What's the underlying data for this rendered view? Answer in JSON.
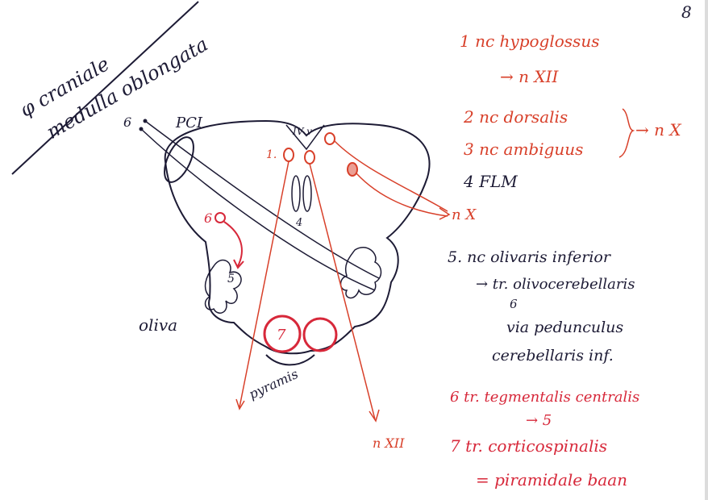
{
  "page_number": "8",
  "title": {
    "line1": "φ craniale",
    "line2": "medulla oblongata"
  },
  "diagram_labels": {
    "six": "6",
    "pci": "PCI",
    "fourth_ventricle": "IV v",
    "one": "1.",
    "four": "4",
    "six_circle": "6",
    "five": "5",
    "seven": "7",
    "oliva": "oliva",
    "pyramis": "pyramis",
    "n_xii": "n XII",
    "n_x": "n X"
  },
  "legend": {
    "item1": "1 nc hypoglossus",
    "item1_arrow": "→ n XII",
    "item2": "2 nc dorsalis",
    "item3": "3 nc ambiguus",
    "item23_arrow": "→ n X",
    "item4": "4 FLM",
    "item5_l1": "5. nc olivaris inferior",
    "item5_l2": "→ tr. olivocerebellaris",
    "item5_sup": "6",
    "item5_l3": "via pedunculus",
    "item5_l4": "cerebellaris inf.",
    "item6_l1": "6 tr. tegmentalis centralis",
    "item6_l2": "→ 5",
    "item7_l1": "7 tr. corticospinalis",
    "item7_l2": "= piramidale baan"
  },
  "colors": {
    "ink": "#1d1b35",
    "orange": "#d8402a",
    "red": "#d7283a"
  }
}
